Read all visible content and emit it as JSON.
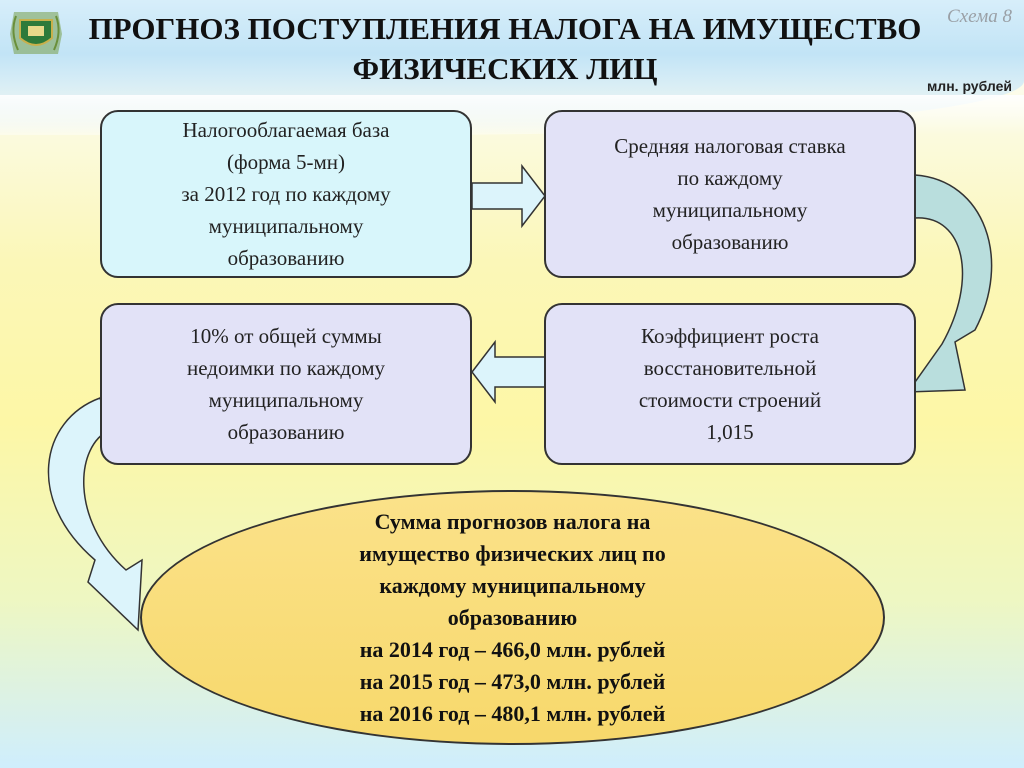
{
  "header": {
    "title_line1": "ПРОГНОЗ ПОСТУПЛЕНИЯ НАЛОГА НА ИМУЩЕСТВО",
    "title_line2": "ФИЗИЧЕСКИХ ЛИЦ",
    "scheme_label": "Схема 8",
    "units": "млн. рублей",
    "logo_icon": "emblem-icon"
  },
  "boxes": {
    "tax_base": [
      "Налогооблагаемая база",
      "(форма 5-мн)",
      "за 2012 год по каждому",
      "муниципальному",
      "образованию"
    ],
    "avg_rate": [
      "Средняя налоговая ставка",
      "по каждому",
      "муниципальному",
      "образованию"
    ],
    "growth_coef": [
      "Коэффициент роста",
      "восстановительной",
      "стоимости строений",
      "1,015"
    ],
    "arrears": [
      "10% от общей суммы",
      "недоимки по каждому",
      "муниципальному",
      "образованию"
    ]
  },
  "result": {
    "lines": [
      "Сумма прогнозов налога на",
      "имущество физических лиц по",
      "каждому муниципальному",
      "образованию",
      "на 2014 год – 466,0 млн. рублей",
      "на 2015 год – 473,0 млн. рублей",
      "на 2016 год – 480,1 млн. рублей"
    ]
  },
  "colors": {
    "box_cyan": "#d8f6fb",
    "box_lavender": "#e2e2f7",
    "ellipse_fill": "#f7d86b",
    "arrow_fill": "#dcf4fb",
    "curved_arrow_fill": "#b9dedd"
  }
}
